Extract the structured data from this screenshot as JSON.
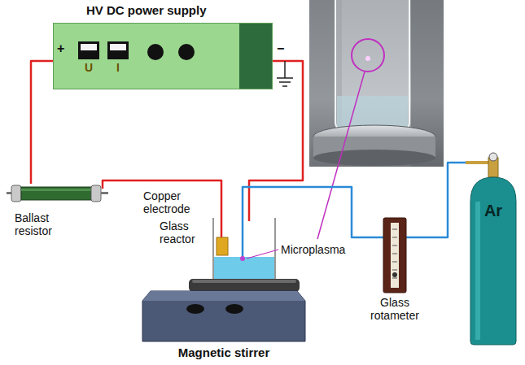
{
  "diagram": {
    "nodes": [
      {
        "text": [
          "HV DC power supply"
        ]
      },
      {
        "text": [
          "U"
        ],
        "in": 0
      },
      {
        "text": [
          "I"
        ],
        "in": 0
      },
      {
        "text": [
          "Ballast resistor"
        ]
      },
      {
        "text": [
          "Magnetic stirrer"
        ]
      },
      {
        "text": [
          "Glass rotameter"
        ]
      },
      {
        "text": [
          "Ar"
        ]
      }
    ],
    "edges": [
      {
        "from": 0,
        "to": 3,
        "arrow": "none"
      },
      {
        "from": 6,
        "to": 5,
        "arrow": "none"
      }
    ],
    "labels": [
      "+",
      "−",
      "Copper electrode",
      "Glass reactor",
      "Microplasma"
    ]
  }
}
